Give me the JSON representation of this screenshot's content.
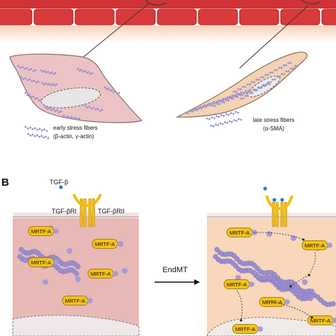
{
  "panel_a": {
    "early_label_1": "early stress fibers",
    "early_label_2": "(β-actin, γ-actin)",
    "late_label_1": "late stress fibers",
    "late_label_2": "(α-SMA)"
  },
  "panel_b": {
    "panel_letter": "B",
    "tgf_beta": "TGF-β",
    "receptor_1": "TGF-βRI",
    "receptor_2": "TGF-βRII",
    "arrow_label": "EndMT",
    "mrtf_label": "MRTF-A"
  },
  "colors": {
    "vessel_red": "#d93a3c",
    "endothelial_pink": "#f3c4c4",
    "mesenchymal_peach": "#f7d6b8",
    "receptor_yellow": "#f3c21a",
    "actin_purple": "#9b8fd0"
  }
}
